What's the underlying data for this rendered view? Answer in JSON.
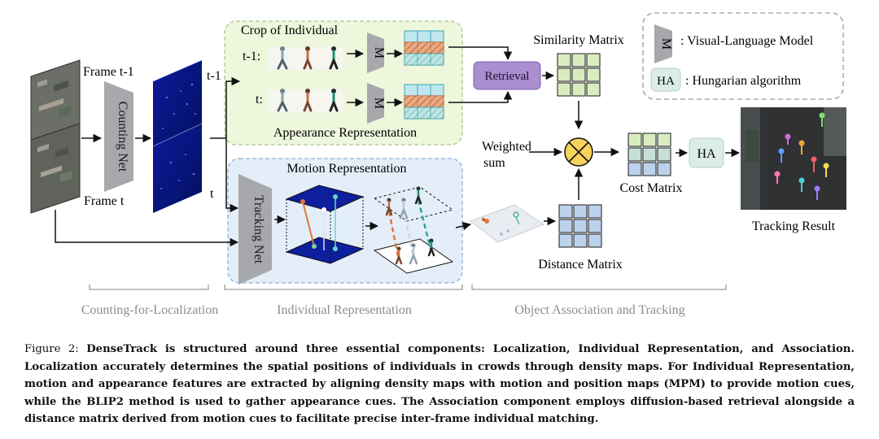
{
  "diagram": {
    "frames": {
      "frame_prev": "Frame t-1",
      "frame_curr": "Frame t",
      "tag_prev": "t-1",
      "tag_curr": "t"
    },
    "modules": {
      "counting_net": "Counting Net",
      "tracking_net": "Tracking Net",
      "model_letter": "M",
      "retrieval": "Retrieval",
      "ha": "HA"
    },
    "crop_panel": {
      "title": "Crop of Individual",
      "row_prev": "t-1:",
      "row_curr": "t:",
      "footer": "Appearance Representation"
    },
    "motion_panel": {
      "title": "Motion Representation"
    },
    "matrices": {
      "similarity": "Similarity Matrix",
      "cost": "Cost Matrix",
      "distance": "Distance Matrix"
    },
    "weighted_sum": [
      "Weighted",
      "sum"
    ],
    "result": "Tracking Result",
    "legend": {
      "m_desc": ": Visual-Language Model",
      "ha_desc": ": Hungarian algorithm"
    },
    "stages": [
      "Counting-for-Localization",
      "Individual Representation",
      "Object Association and Tracking"
    ],
    "colors": {
      "crop_panel_bg": "#eef6dc",
      "motion_panel_bg": "#e4eef9",
      "retrieval": "#a98fd0",
      "ha_box": "#dcece6",
      "matrix_green": "#d9ecc0",
      "matrix_blue": "#bcd2ec",
      "multiply_node": "#f7d25c",
      "density_map": "#0a148c"
    }
  },
  "caption": {
    "label": "Figure 2:",
    "text": "DenseTrack is structured around three essential components: Localization, Individual Representation, and Association. Localization accurately determines the spatial positions of individuals in crowds through density maps. For Individual Representation, motion and appearance features are extracted by aligning density maps with motion and position maps (MPM) to provide motion cues, while the BLIP2 method is used to gather appearance cues. The Association component employs diffusion-based retrieval alongside a distance matrix derived from motion cues to facilitate precise inter-frame individual matching."
  }
}
